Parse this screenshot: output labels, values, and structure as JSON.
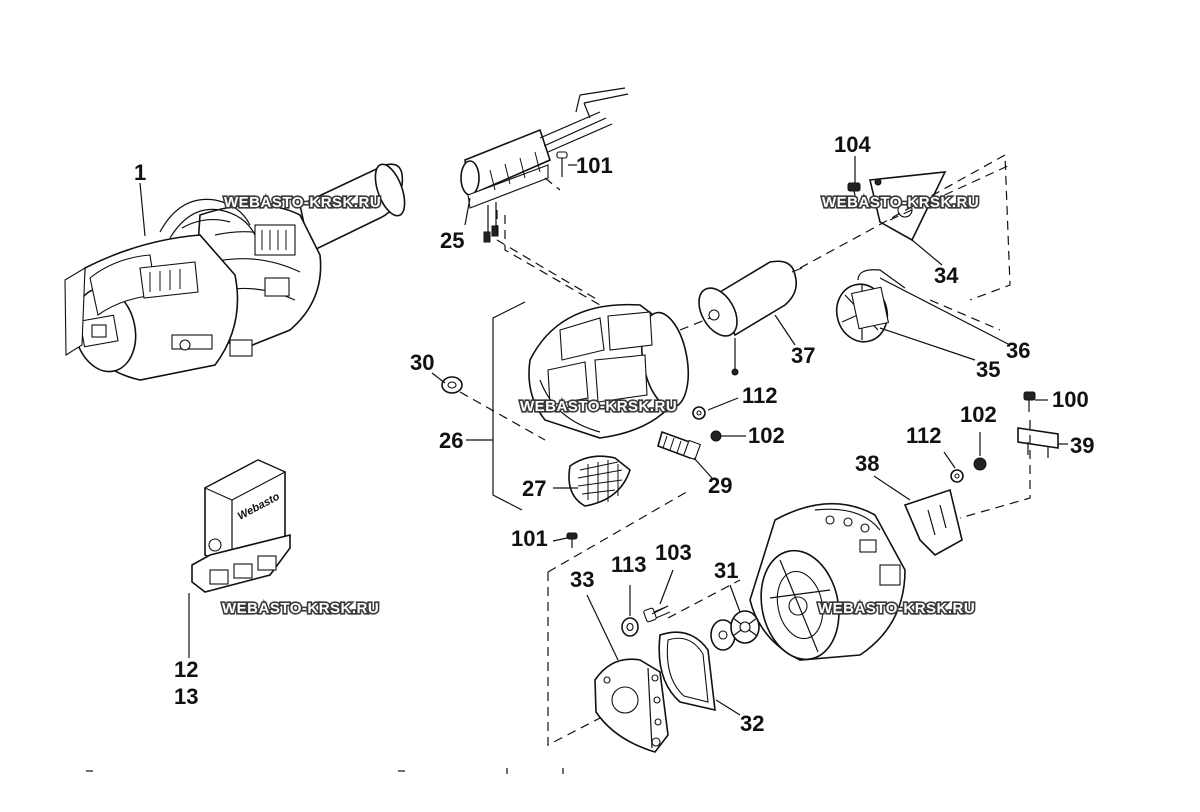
{
  "watermark": "WEBASTO-KRSK.RU",
  "brand_logo_text": "Webasto",
  "callouts": [
    {
      "id": "c1",
      "text": "1"
    },
    {
      "id": "c25",
      "text": "25"
    },
    {
      "id": "c101a",
      "text": "101"
    },
    {
      "id": "c104",
      "text": "104"
    },
    {
      "id": "c34",
      "text": "34"
    },
    {
      "id": "c37",
      "text": "37"
    },
    {
      "id": "c36",
      "text": "36"
    },
    {
      "id": "c35",
      "text": "35"
    },
    {
      "id": "c30",
      "text": "30"
    },
    {
      "id": "c26",
      "text": "26"
    },
    {
      "id": "c112a",
      "text": "112"
    },
    {
      "id": "c102a",
      "text": "102"
    },
    {
      "id": "c29",
      "text": "29"
    },
    {
      "id": "c27",
      "text": "27"
    },
    {
      "id": "c101b",
      "text": "101"
    },
    {
      "id": "c100",
      "text": "100"
    },
    {
      "id": "c102b",
      "text": "102"
    },
    {
      "id": "c112b",
      "text": "112"
    },
    {
      "id": "c39",
      "text": "39"
    },
    {
      "id": "c38",
      "text": "38"
    },
    {
      "id": "c33",
      "text": "33"
    },
    {
      "id": "c113",
      "text": "113"
    },
    {
      "id": "c103",
      "text": "103"
    },
    {
      "id": "c31",
      "text": "31"
    },
    {
      "id": "c32",
      "text": "32"
    },
    {
      "id": "c12",
      "text": "12"
    },
    {
      "id": "c13",
      "text": "13"
    }
  ]
}
